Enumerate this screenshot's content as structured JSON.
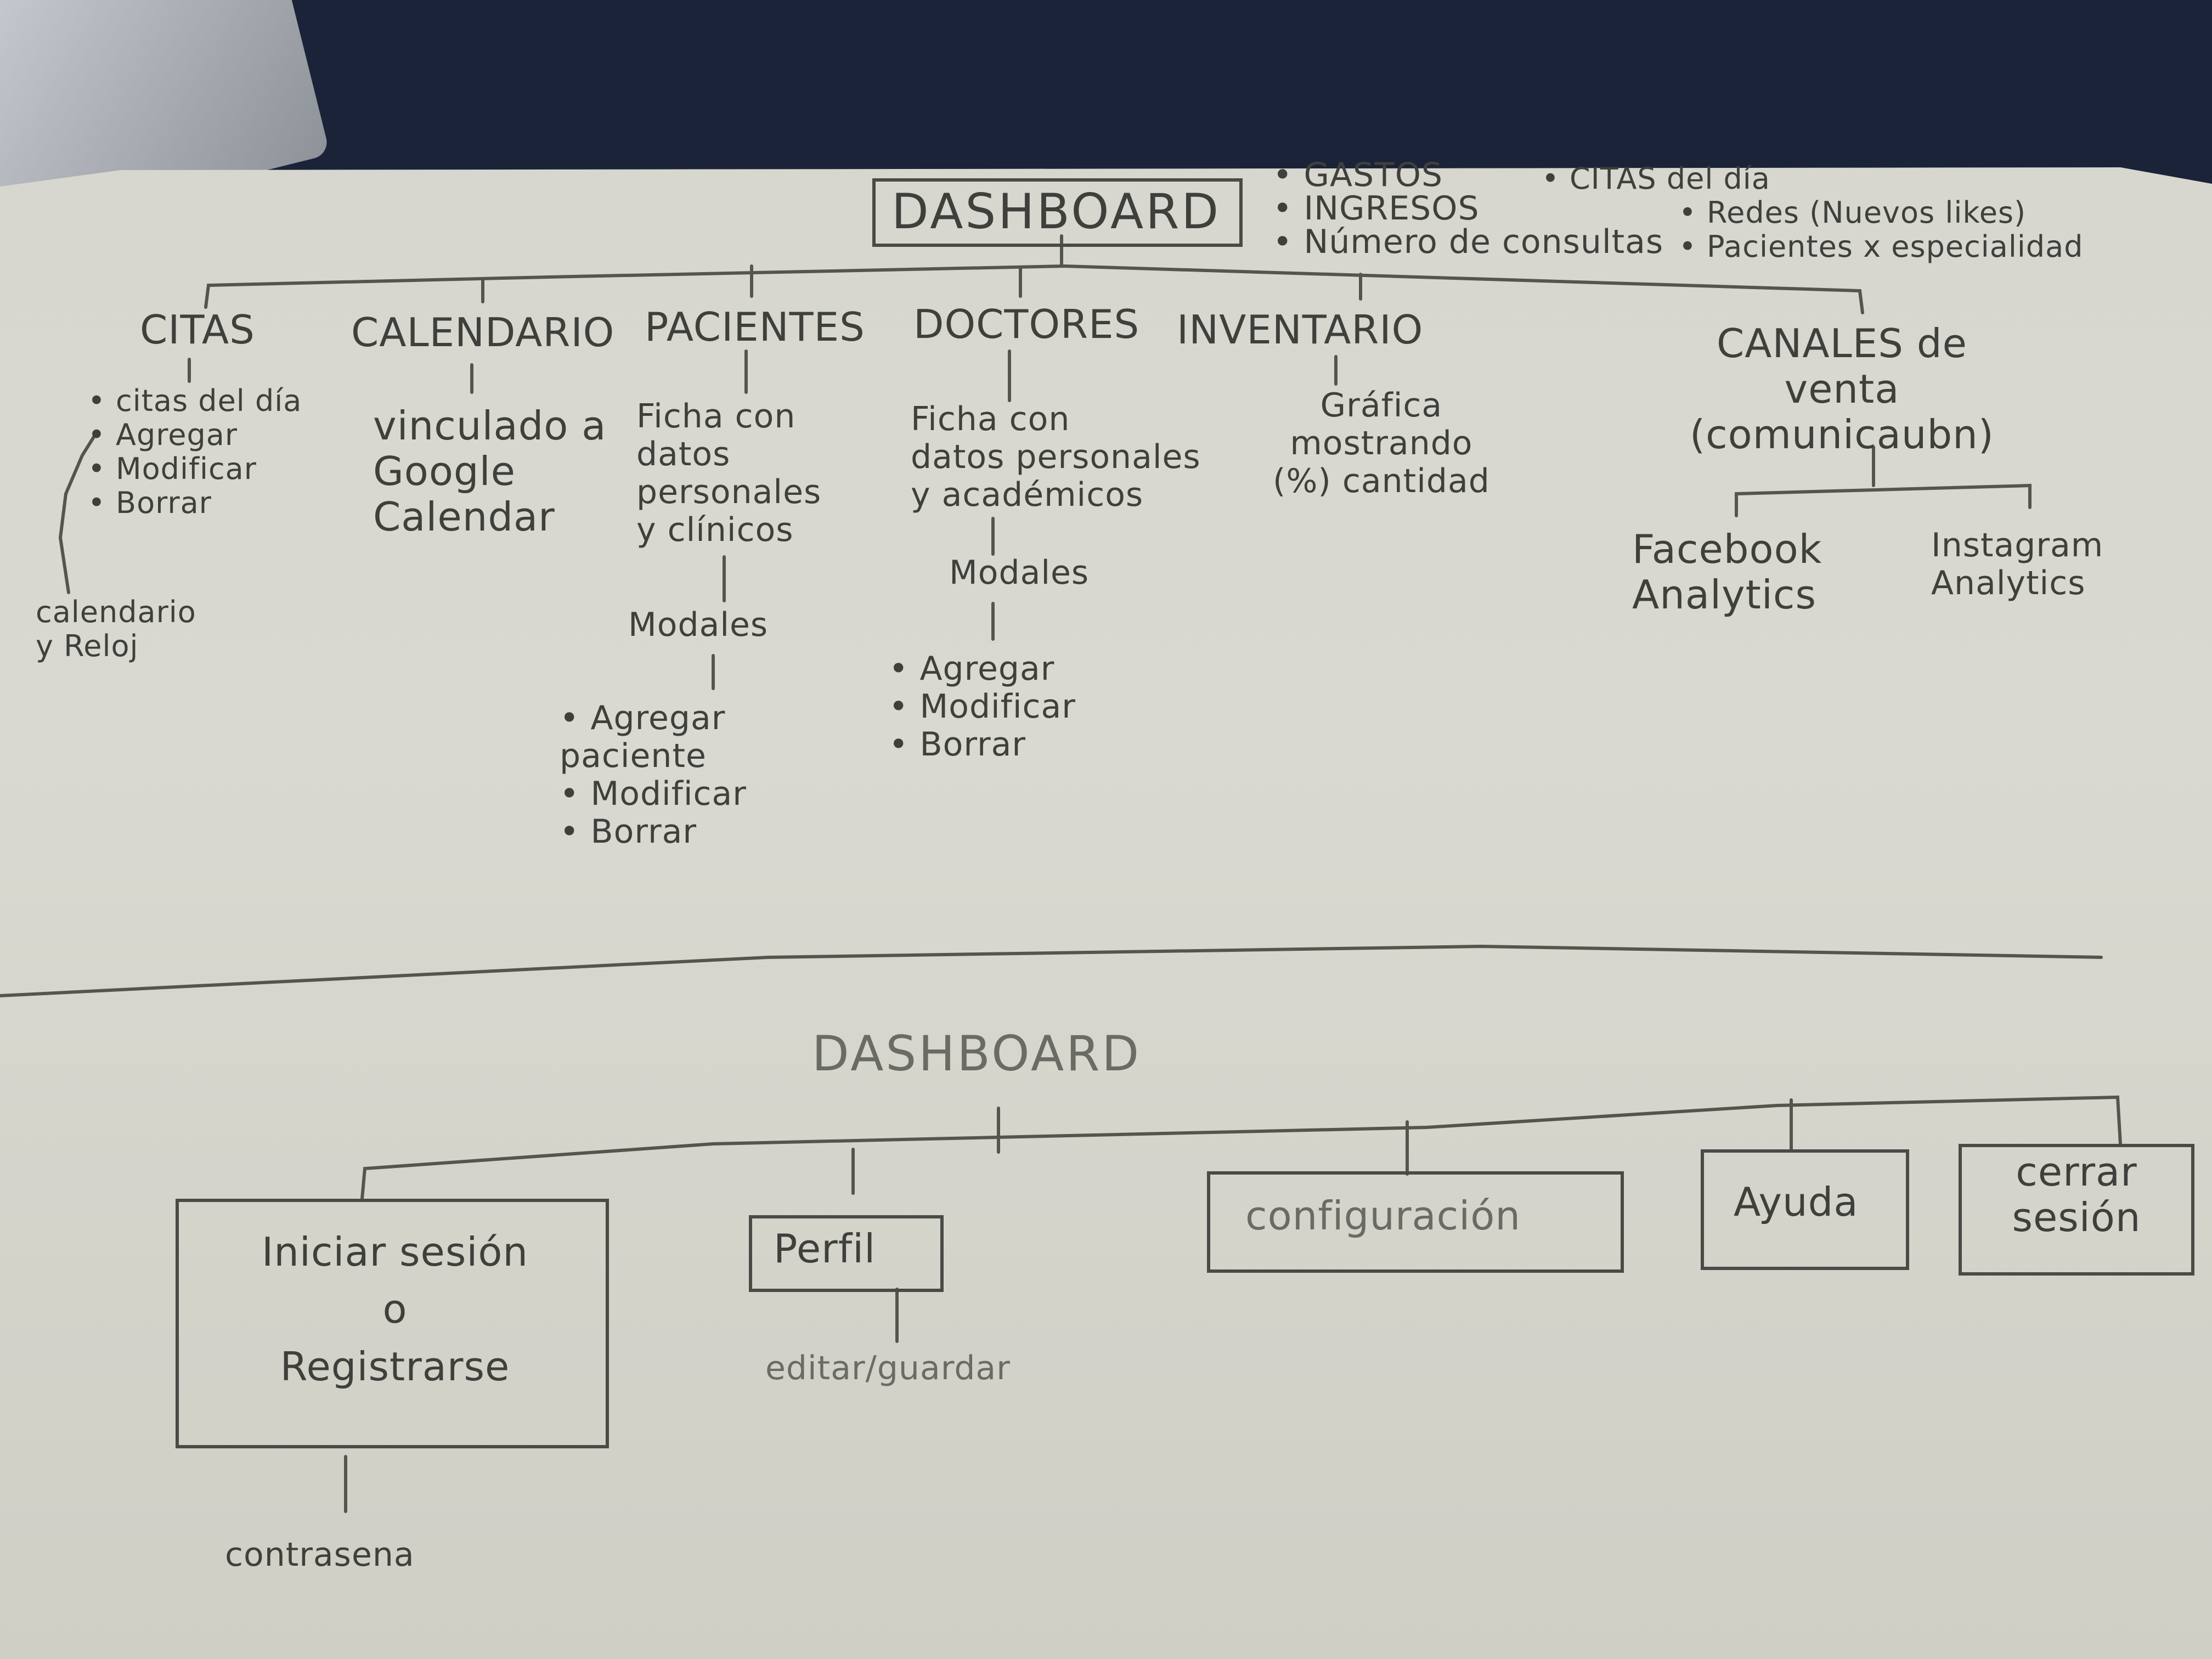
{
  "top": {
    "title": "DASHBOARD",
    "notes_left": [
      "GASTOS",
      "INGRESOS",
      "Número de consultas"
    ],
    "notes_right": [
      "CITAS del día",
      "Redes (Nuevos likes)",
      "Pacientes x especialidad"
    ],
    "sections": {
      "citas": {
        "title": "CITAS",
        "items": [
          "citas del día",
          "Agregar",
          "Modificar",
          "Borrar"
        ],
        "footer": "calendario\ny Reloj"
      },
      "calendario": {
        "title": "CALENDARIO",
        "text": "vinculado a\nGoogle\nCalendar"
      },
      "pacientes": {
        "title": "PACIENTES",
        "text": "Ficha con\ndatos\npersonales\ny clínicos",
        "modal_title": "Modales",
        "modal_items": [
          "Agregar\npaciente",
          "Modificar",
          "Borrar"
        ]
      },
      "doctores": {
        "title": "DOCTORES",
        "text": "Ficha con\ndatos personales\ny académicos",
        "modal_title": "Modales",
        "modal_items": [
          "Agregar",
          "Modificar",
          "Borrar"
        ]
      },
      "inventario": {
        "title": "INVENTARIO",
        "text": "Gráfica\nmostrando\n(%) cantidad"
      },
      "canales": {
        "title": "CANALES de\nventa\n(comunicaubn)",
        "children": [
          "Facebook\nAnalytics",
          "Instagram\nAnalytics"
        ]
      }
    }
  },
  "bottom": {
    "title": "DASHBOARD",
    "boxes": {
      "login": "Iniciar sesión\no\nRegistrarse",
      "perfil": "Perfil",
      "config": "configuración",
      "ayuda": "Ayuda",
      "cerrar": "cerrar\nsesión"
    },
    "login_child": "contrasena",
    "perfil_child": "editar/guardar"
  }
}
